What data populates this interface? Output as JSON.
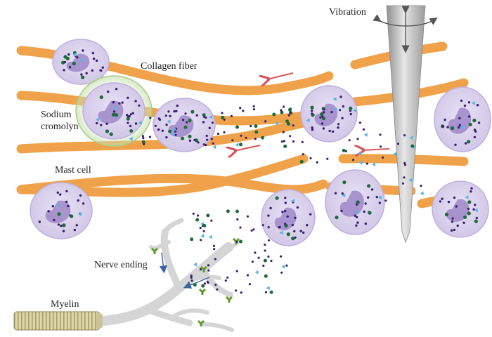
{
  "labels": {
    "vibration": "Vibration",
    "collagen_fiber": "Collagen fiber",
    "sodium_cromolyn_line1": "Sodium",
    "sodium_cromolyn_line2": "cromolyn",
    "mast_cell": "Mast cell",
    "nerve_ending": "Nerve ending",
    "myelin": "Myelin"
  },
  "colors": {
    "collagen": "#f0a24a",
    "mast_cell_body": "#ddd5ee",
    "mast_cell_nucleus": "#a48fcb",
    "granule_purple": "#3b1f72",
    "granule_green": "#1c6b3a",
    "mediator_blue": "#5ab6e3",
    "cromolyn_halo": "#cfe6b7",
    "arrow_red": "#d9545a",
    "arrow_blue": "#3b64a8",
    "needle": "#b5b5b5",
    "nerve": "#e3e3e3",
    "myelin": "#d7d2a4",
    "receptor_green": "#7db83a"
  },
  "icons": {
    "vibration_arrows": "curved-double-arrow-icon",
    "flow_arrows": "arrow-left-icon"
  }
}
